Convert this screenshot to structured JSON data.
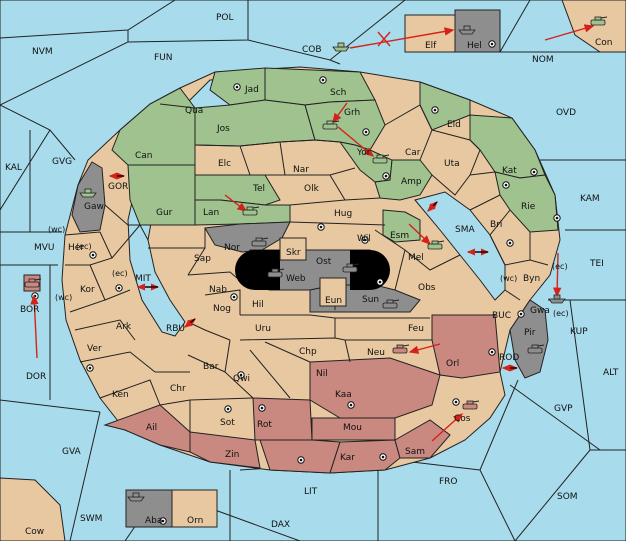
{
  "map": {
    "sea_regions": [
      {
        "id": "POL",
        "label": "POL"
      },
      {
        "id": "NVM",
        "label": "NVM"
      },
      {
        "id": "FUN",
        "label": "FUN"
      },
      {
        "id": "COB",
        "label": "COB"
      },
      {
        "id": "NOM",
        "label": "NOM"
      },
      {
        "id": "OVD",
        "label": "OVD"
      },
      {
        "id": "KAL",
        "label": "KAL"
      },
      {
        "id": "GVG",
        "label": "GVG"
      },
      {
        "id": "KAM",
        "label": "KAM"
      },
      {
        "id": "SMA",
        "label": "SMA"
      },
      {
        "id": "TEI",
        "label": "TEI"
      },
      {
        "id": "MVU",
        "label": "MVU"
      },
      {
        "id": "MIT",
        "label": "MIT"
      },
      {
        "id": "KUP",
        "label": "KUP"
      },
      {
        "id": "BUC",
        "label": "BUC"
      },
      {
        "id": "RBU",
        "label": "RBU"
      },
      {
        "id": "ROD",
        "label": "ROD"
      },
      {
        "id": "ALT",
        "label": "ALT"
      },
      {
        "id": "DOR",
        "label": "DOR"
      },
      {
        "id": "GVP",
        "label": "GVP"
      },
      {
        "id": "GVA",
        "label": "GVA"
      },
      {
        "id": "FRO",
        "label": "FRO"
      },
      {
        "id": "SOM",
        "label": "SOM"
      },
      {
        "id": "LIT",
        "label": "LIT"
      },
      {
        "id": "SWM",
        "label": "SWM"
      },
      {
        "id": "DAX",
        "label": "DAX"
      },
      {
        "id": "GOR",
        "label": "GOR"
      }
    ],
    "land_regions": [
      {
        "id": "Jad",
        "label": "Jad"
      },
      {
        "id": "Sch",
        "label": "Sch"
      },
      {
        "id": "Qua",
        "label": "Qua"
      },
      {
        "id": "Grh",
        "label": "Grh"
      },
      {
        "id": "Jos",
        "label": "Jos"
      },
      {
        "id": "Eld",
        "label": "Eld"
      },
      {
        "id": "Can",
        "label": "Can"
      },
      {
        "id": "Yor",
        "label": "Yor"
      },
      {
        "id": "Car",
        "label": "Car"
      },
      {
        "id": "Elc",
        "label": "Elc"
      },
      {
        "id": "Nar",
        "label": "Nar"
      },
      {
        "id": "Uta",
        "label": "Uta"
      },
      {
        "id": "Kat",
        "label": "Kat"
      },
      {
        "id": "Tel",
        "label": "Tel"
      },
      {
        "id": "Olk",
        "label": "Olk"
      },
      {
        "id": "Amp",
        "label": "Amp"
      },
      {
        "id": "Gaw",
        "label": "Gaw"
      },
      {
        "id": "Gur",
        "label": "Gur"
      },
      {
        "id": "Lan",
        "label": "Lan"
      },
      {
        "id": "Hug",
        "label": "Hug"
      },
      {
        "id": "Rie",
        "label": "Rie"
      },
      {
        "id": "Bri",
        "label": "Bri"
      },
      {
        "id": "Nor",
        "label": "Nor"
      },
      {
        "id": "Wil",
        "label": "Wil"
      },
      {
        "id": "Esm",
        "label": "Esm"
      },
      {
        "id": "Her",
        "label": "Her"
      },
      {
        "id": "Skr",
        "label": "Skr"
      },
      {
        "id": "Ost",
        "label": "Ost"
      },
      {
        "id": "Mel",
        "label": "Mel"
      },
      {
        "id": "Sap",
        "label": "Sap"
      },
      {
        "id": "Web",
        "label": "Web"
      },
      {
        "id": "Byn",
        "label": "Byn"
      },
      {
        "id": "Kor",
        "label": "Kor"
      },
      {
        "id": "Nab",
        "label": "Nab"
      },
      {
        "id": "Obs",
        "label": "Obs"
      },
      {
        "id": "Gwa",
        "label": "Gwa"
      },
      {
        "id": "Eun",
        "label": "Eun"
      },
      {
        "id": "Sun",
        "label": "Sun"
      },
      {
        "id": "Hil",
        "label": "Hil"
      },
      {
        "id": "Nog",
        "label": "Nog"
      },
      {
        "id": "Ark",
        "label": "Ark"
      },
      {
        "id": "Uru",
        "label": "Uru"
      },
      {
        "id": "Feu",
        "label": "Feu"
      },
      {
        "id": "Pir",
        "label": "Pir"
      },
      {
        "id": "Ver",
        "label": "Ver"
      },
      {
        "id": "Chp",
        "label": "Chp"
      },
      {
        "id": "Neu",
        "label": "Neu"
      },
      {
        "id": "Bar",
        "label": "Bar"
      },
      {
        "id": "Orl",
        "label": "Orl"
      },
      {
        "id": "Qwi",
        "label": "Qwi"
      },
      {
        "id": "Nil",
        "label": "Nil"
      },
      {
        "id": "Ken",
        "label": "Ken"
      },
      {
        "id": "Chr",
        "label": "Chr"
      },
      {
        "id": "Kaa",
        "label": "Kaa"
      },
      {
        "id": "Ail",
        "label": "Ail"
      },
      {
        "id": "Sot",
        "label": "Sot"
      },
      {
        "id": "Rot",
        "label": "Rot"
      },
      {
        "id": "Mou",
        "label": "Mou"
      },
      {
        "id": "Cos",
        "label": "Cos"
      },
      {
        "id": "Zin",
        "label": "Zin"
      },
      {
        "id": "Kar",
        "label": "Kar"
      },
      {
        "id": "Sam",
        "label": "Sam"
      },
      {
        "id": "Elf",
        "label": "Elf"
      },
      {
        "id": "Hel",
        "label": "Hel"
      },
      {
        "id": "Con",
        "label": "Con"
      },
      {
        "id": "BOR",
        "label": "BOR"
      },
      {
        "id": "Aba",
        "label": "Aba"
      },
      {
        "id": "Orn",
        "label": "Orn"
      },
      {
        "id": "Cow",
        "label": "Cow"
      }
    ],
    "coast_marks": {
      "wc_her": "(wc)",
      "ec_her": "(ec)",
      "ec_kor": "(ec)",
      "wc_kor": "(wc)",
      "ec_gwa_top": "(ec)",
      "wc_gwa": "(wc)",
      "ec_gwa": "(ec)"
    },
    "colors": {
      "sea": "#a8dcec",
      "neutral_land": "#e8c8a0",
      "green_power": "#9fc28e",
      "red_power": "#c98880",
      "gray_power": "#8e8e8e",
      "order_arrow": "#d4221a",
      "impassable": "#000000"
    },
    "units": [
      {
        "type": "fleet",
        "power": "green",
        "at": "COB"
      },
      {
        "type": "fleet",
        "power": "gray",
        "at": "Hel"
      },
      {
        "type": "army",
        "power": "green",
        "at": "Con"
      },
      {
        "type": "fleet",
        "power": "green",
        "at": "Gaw"
      },
      {
        "type": "army",
        "power": "green",
        "at": "Grh"
      },
      {
        "type": "army",
        "power": "green",
        "at": "Yor"
      },
      {
        "type": "army",
        "power": "green",
        "at": "Lan"
      },
      {
        "type": "army",
        "power": "green",
        "at": "Mel"
      },
      {
        "type": "army",
        "power": "gray",
        "at": "Nor"
      },
      {
        "type": "army",
        "power": "gray",
        "at": "Web"
      },
      {
        "type": "army",
        "power": "gray",
        "at": "Ost"
      },
      {
        "type": "army",
        "power": "gray",
        "at": "Sun"
      },
      {
        "type": "fleet",
        "power": "gray",
        "at": "Gwa"
      },
      {
        "type": "army",
        "power": "gray",
        "at": "Pir"
      },
      {
        "type": "army",
        "power": "red",
        "at": "Neu"
      },
      {
        "type": "army",
        "power": "red",
        "at": "Cos"
      },
      {
        "type": "army",
        "power": "red",
        "at": "BOR"
      },
      {
        "type": "fleet",
        "power": "gray",
        "at": "Aba"
      }
    ]
  }
}
